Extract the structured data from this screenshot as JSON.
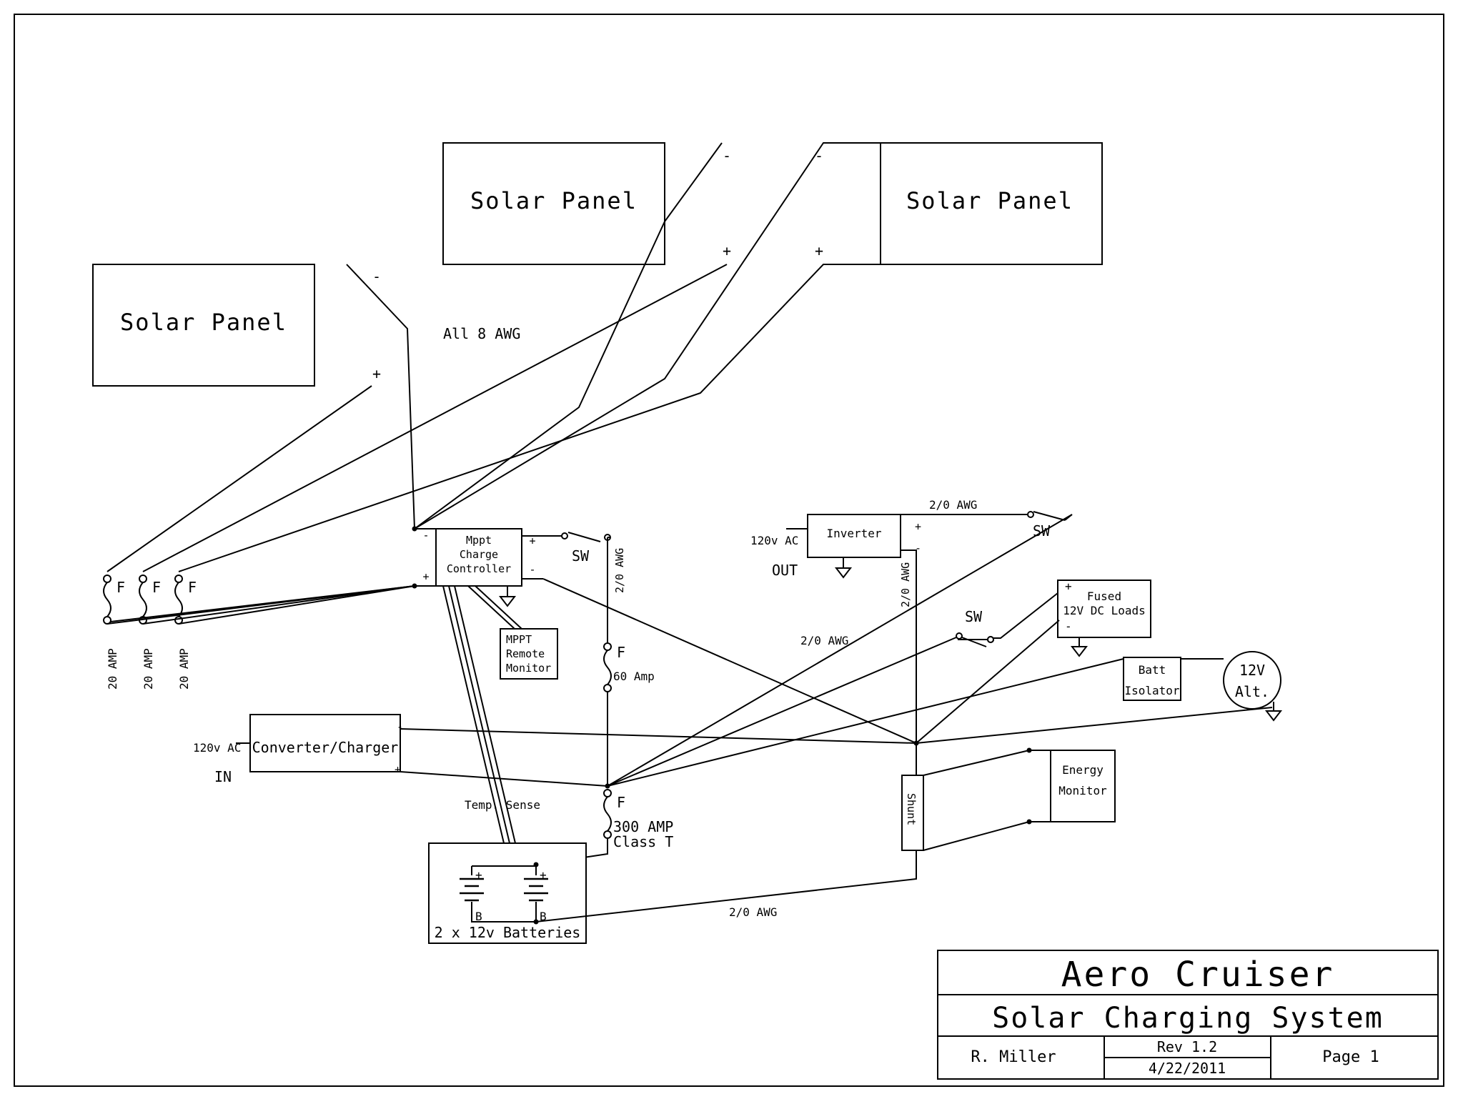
{
  "panels": {
    "panel_1_label": "Solar Panel",
    "panel_2_label": "Solar Panel",
    "panel_3_label": "Solar Panel",
    "minus": "-",
    "plus": "+"
  },
  "wiring_note": "All 8 AWG",
  "fuses": {
    "f_label": "F",
    "fuse1_rating": "20 AMP",
    "fuse2_rating": "20 AMP",
    "fuse3_rating": "20 AMP",
    "main_60": "60 Amp",
    "main_300_line1": "300 AMP",
    "main_300_line2": "Class T"
  },
  "controller": {
    "line1": "Mppt",
    "line2": "Charge",
    "line3": "Controller",
    "remote_line1": "MPPT",
    "remote_line2": "Remote",
    "remote_line3": "Monitor"
  },
  "switches": {
    "sw_label": "SW"
  },
  "wire_gauges": {
    "controller_out": "2/0 AWG",
    "inverter_pos": "2/0 AWG",
    "inverter_neg": "2/0 AWG",
    "diag": "2/0 AWG",
    "battery_neg": "2/0 AWG"
  },
  "inverter": {
    "label": "Inverter",
    "ac": "120v AC",
    "out": "OUT"
  },
  "loads": {
    "line1": "Fused",
    "line2": "12V DC Loads"
  },
  "isolator": {
    "line1": "Batt",
    "line2": "Isolator"
  },
  "alternator": {
    "line1": "12V",
    "line2": "Alt."
  },
  "converter": {
    "label": "Converter/Charger",
    "ac": "120v AC",
    "in": "IN"
  },
  "temp_sense": "Temp. Sense",
  "shunt": "Shunt",
  "energy_monitor": {
    "line1": "Energy",
    "line2": "Monitor"
  },
  "batteries": {
    "label": "2 x 12v Batteries",
    "b": "B"
  },
  "title_block": {
    "title": "Aero Cruiser",
    "subtitle": "Solar Charging System",
    "author": "R. Miller",
    "revision": "Rev 1.2",
    "date": "4/22/2011",
    "page": "Page 1"
  }
}
